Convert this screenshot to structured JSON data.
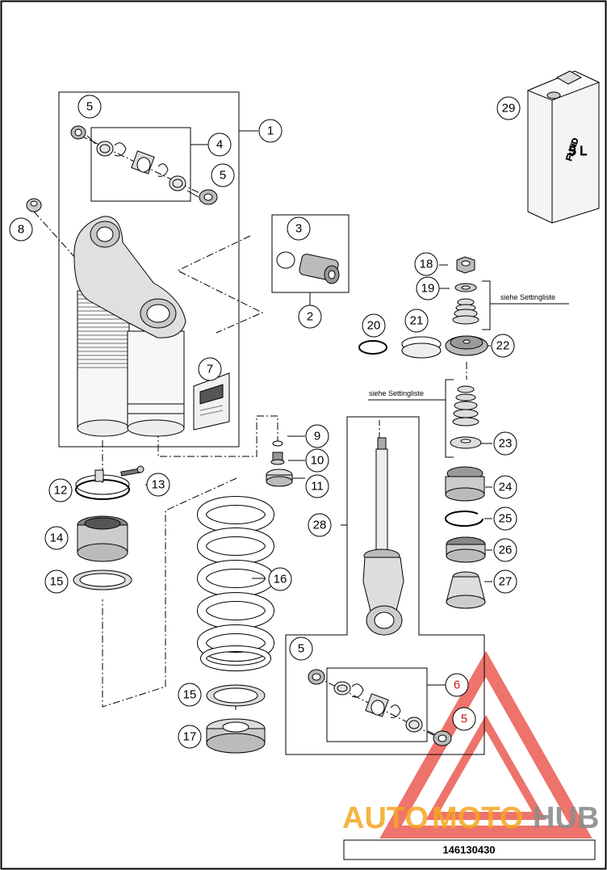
{
  "callouts": [
    {
      "label": "1"
    },
    {
      "label": "2"
    },
    {
      "label": "3"
    },
    {
      "label": "4"
    },
    {
      "label": "5"
    },
    {
      "label": "5"
    },
    {
      "label": "6"
    },
    {
      "label": "5"
    },
    {
      "label": "5"
    },
    {
      "label": "7"
    },
    {
      "label": "8"
    },
    {
      "label": "9"
    },
    {
      "label": "10"
    },
    {
      "label": "11"
    },
    {
      "label": "12"
    },
    {
      "label": "13"
    },
    {
      "label": "14"
    },
    {
      "label": "15"
    },
    {
      "label": "15"
    },
    {
      "label": "16"
    },
    {
      "label": "17"
    },
    {
      "label": "18"
    },
    {
      "label": "19"
    },
    {
      "label": "20"
    },
    {
      "label": "21"
    },
    {
      "label": "22"
    },
    {
      "label": "23"
    },
    {
      "label": "24"
    },
    {
      "label": "25"
    },
    {
      "label": "26"
    },
    {
      "label": "27"
    },
    {
      "label": "28"
    },
    {
      "label": "29"
    }
  ],
  "notes": {
    "setting_list_upper": "siehe Settingliste",
    "setting_list_lower": "siehe Settingliste"
  },
  "fluid_can": {
    "label_line1": "FLUID",
    "label_line2": "5 L"
  },
  "reference_number": "146130430",
  "watermark": {
    "part1": "AUTO",
    "part2": "MOTO",
    "part3": "HUB",
    "colors": {
      "auto": "#f5a623",
      "moto": "#f5a623",
      "hub": "#8c8c8c",
      "triangle": "#e8453c"
    }
  }
}
